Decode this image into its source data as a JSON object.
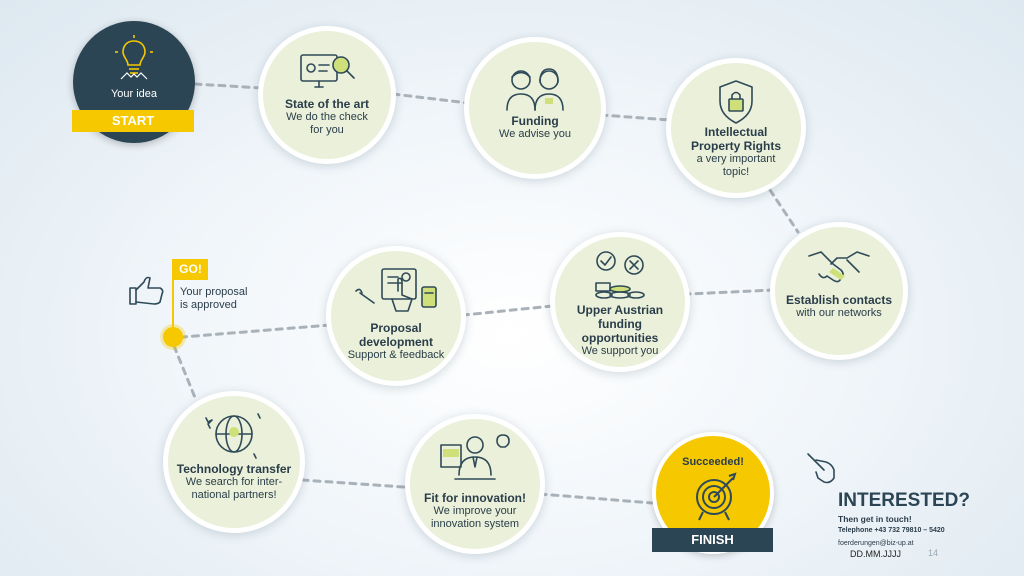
{
  "start": {
    "label": "Your idea",
    "banner": "START"
  },
  "nodes": [
    {
      "id": "state",
      "title": "State of the art",
      "sub": [
        "We do the check",
        "for you"
      ],
      "icon": "monitor-magnifier-icon"
    },
    {
      "id": "funding",
      "title": "Funding",
      "sub": [
        "We advise you"
      ],
      "icon": "advisors-icon"
    },
    {
      "id": "ip",
      "title": "Intellectual",
      "title2": "Property Rights",
      "sub": [
        "a very important",
        "topic!"
      ],
      "icon": "shield-lock-icon"
    },
    {
      "id": "contacts",
      "title": "Establish contacts",
      "sub": [
        "with our networks"
      ],
      "icon": "handshake-icon"
    },
    {
      "id": "upper",
      "title": "Upper Austrian funding",
      "title2": "opportunities",
      "sub": [
        "We support you"
      ],
      "icon": "coins-check-icon"
    },
    {
      "id": "proposal",
      "title": "Proposal development",
      "sub": [
        "Support & feedback"
      ],
      "icon": "document-hand-icon"
    },
    {
      "id": "tech",
      "title": "Technology transfer",
      "sub": [
        "We search for inter-",
        "national partners!"
      ],
      "icon": "globe-bulb-icon"
    },
    {
      "id": "fit",
      "title": "Fit for innovation!",
      "sub": [
        "We improve your",
        "innovation system"
      ],
      "icon": "presenter-icon"
    }
  ],
  "go": {
    "flag": "GO!",
    "line1": "Your proposal",
    "line2": "is approved"
  },
  "finish": {
    "label": "Succeeded!",
    "banner": "FINISH"
  },
  "contact": {
    "headline": "INTERESTED?",
    "line1": "Then get in touch!",
    "phone": "Telephone +43 732 79810 – 5420",
    "email": "foerderungen@biz-up.at"
  },
  "footer": {
    "date": "DD.MM.JJJJ",
    "page": "14"
  },
  "colors": {
    "navy": "#2b4554",
    "yellow": "#f5c800",
    "node_fill": "#eaf0d9",
    "path": "#a8b1b8"
  }
}
